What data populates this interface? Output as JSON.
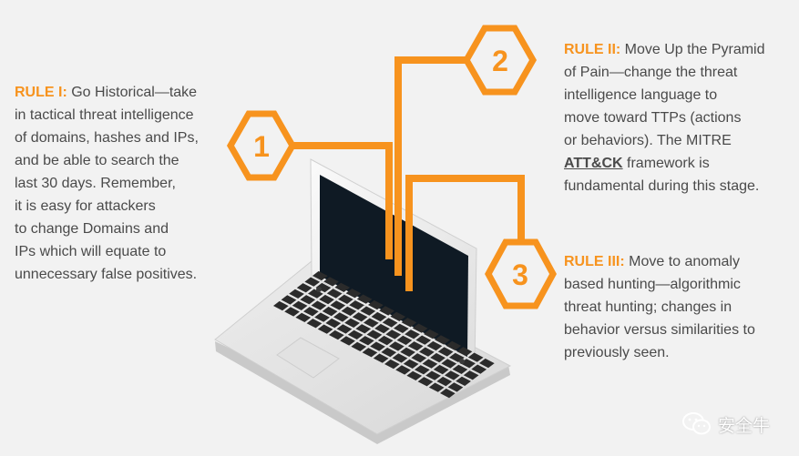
{
  "rule1": {
    "title": "RULE I:",
    "lines": [
      "Go Historical—take",
      "in tactical threat intelligence",
      "of domains, hashes and IPs,",
      "and be able to search the",
      "last 30 days. Remember,",
      "it is easy for attackers",
      "to change Domains and",
      "IPs which will equate to",
      "unnecessary false positives."
    ]
  },
  "rule2": {
    "title": "RULE II:",
    "lines": [
      "Move Up the Pyramid",
      "of Pain—change the threat",
      "intelligence language to",
      "move toward TTPs (actions",
      "or behaviors). The MITRE"
    ],
    "attck": "ATT&CK",
    "attck_rest": " framework is",
    "last_line": "fundamental during this stage."
  },
  "rule3": {
    "title": "RULE III:",
    "lines": [
      "Move to anomaly",
      "based hunting—algorithmic",
      "threat hunting; changes in",
      "behavior versus similarities to",
      "previously seen."
    ]
  },
  "badges": {
    "one": "1",
    "two": "2",
    "three": "3"
  },
  "watermark": {
    "text": "安全牛",
    "icon": "wechat-icon"
  },
  "colors": {
    "accent": "#f7931e",
    "text": "#4a4a4a",
    "background": "#f2f2f2",
    "screen": "#0f1a24"
  }
}
